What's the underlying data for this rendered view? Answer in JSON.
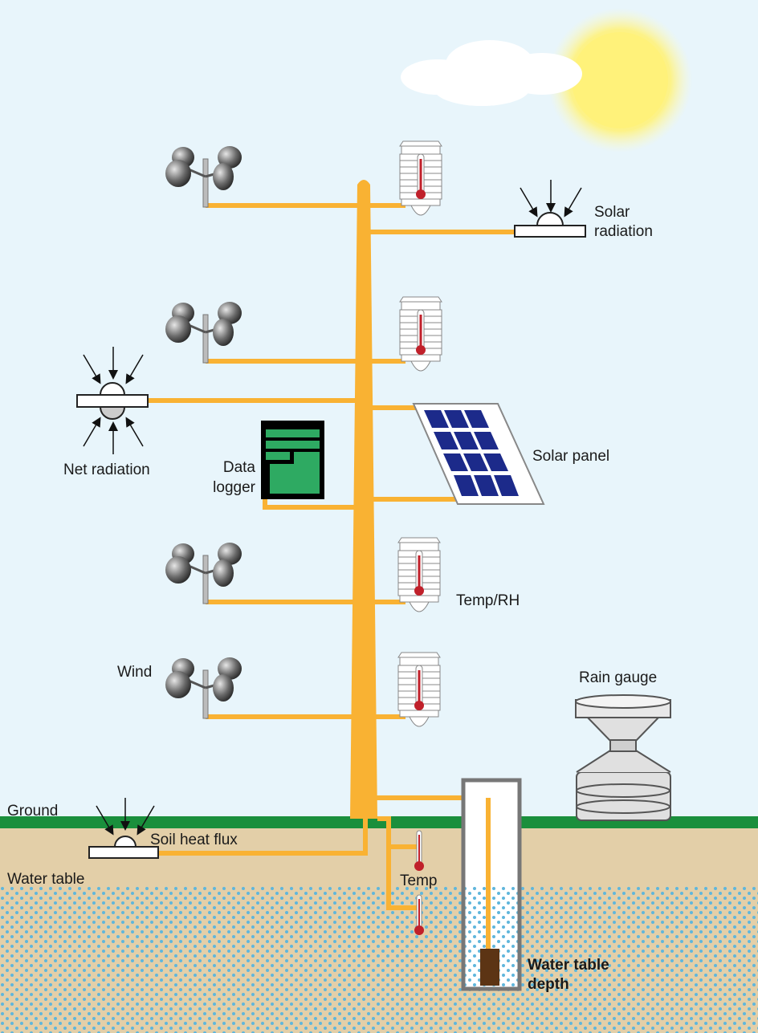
{
  "labels": {
    "solar_radiation_1": "Solar",
    "solar_radiation_2": "radiation",
    "net_radiation": "Net radiation",
    "data_logger_1": "Data",
    "data_logger_2": "logger",
    "solar_panel": "Solar panel",
    "temp_rh": "Temp/RH",
    "wind": "Wind",
    "rain_gauge": "Rain gauge",
    "ground": "Ground",
    "soil_heat_flux": "Soil heat flux",
    "water_table": "Water table",
    "temp": "Temp",
    "water_table_depth_1": "Water table",
    "water_table_depth_2": "depth"
  },
  "colors": {
    "sky": "#e8f5fb",
    "mast": "#f9b233",
    "grass": "#1a8f3c",
    "soil": "#e3cfa8",
    "water_dots": "#5fb6dc",
    "sun": "#fff27a",
    "logger": "#2eaa62",
    "panel_cell": "#1c2a8a",
    "thermo_red": "#c0202a"
  },
  "icons": [
    "sun-icon",
    "cloud-icon",
    "anemometer-icon",
    "radiation-shield-icon",
    "pyranometer-icon",
    "net-radiometer-icon",
    "data-logger-icon",
    "solar-panel-icon",
    "rain-gauge-icon",
    "soil-heat-flux-plate-icon",
    "soil-thermometer-icon",
    "well-pipe-icon",
    "pressure-transducer-icon"
  ]
}
